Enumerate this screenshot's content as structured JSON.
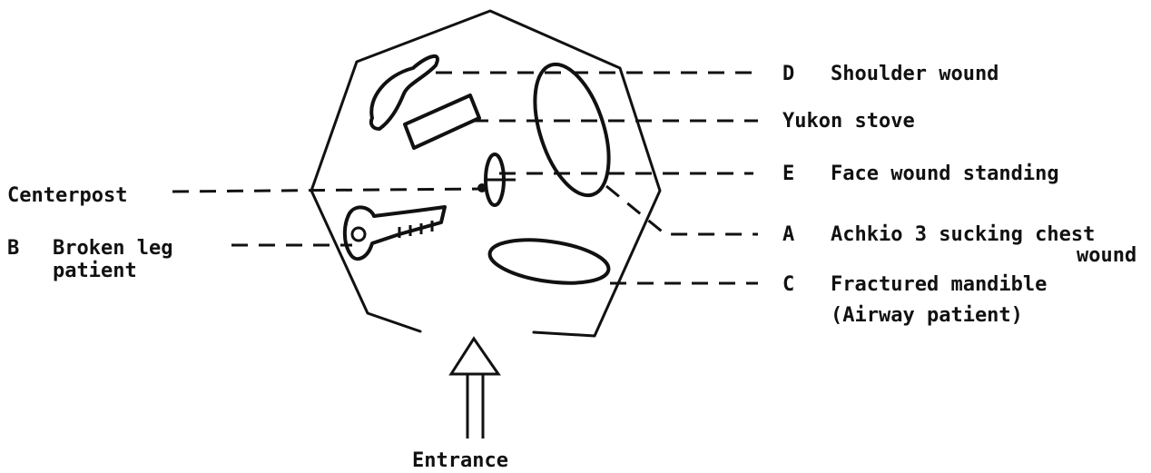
{
  "labels": {
    "shoulder": {
      "letter": "D",
      "text": "Shoulder wound"
    },
    "stove": {
      "text": "Yukon stove"
    },
    "face": {
      "letter": "E",
      "text": "Face wound standing"
    },
    "chest": {
      "letter": "A",
      "text": "Achkio 3 sucking chest",
      "text2": "wound"
    },
    "mandible": {
      "letter": "C",
      "text": "Fractured mandible",
      "text2": "(Airway patient)"
    },
    "centerpost": {
      "text": "Centerpost"
    },
    "leg": {
      "letter": "B",
      "text": "Broken leg",
      "text2": "patient"
    },
    "entrance": {
      "text": "Entrance"
    }
  }
}
